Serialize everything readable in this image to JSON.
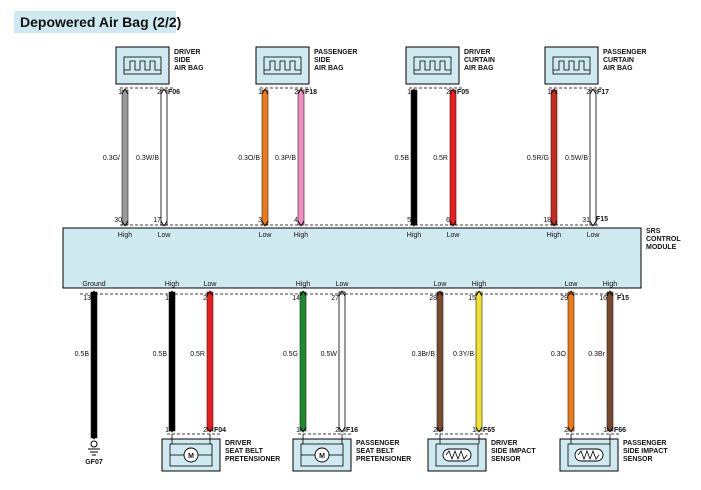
{
  "title": "Depowered Air Bag (2/2)",
  "colors": {
    "gray": "#9a9a9a",
    "orange": "#f07a14",
    "pink": "#f08cc0",
    "black": "#000000",
    "red": "#ee1c1c",
    "darkred": "#c8281e",
    "green": "#1e8a2e",
    "brown": "#7a4a2e",
    "yellow": "#f0e22a",
    "white": "#ffffff",
    "component_fill": "#cfe9f0"
  },
  "module": {
    "name_lines": [
      "SRS",
      "CONTROL",
      "MODULE"
    ]
  },
  "top_components": [
    {
      "name_lines": [
        "DRIVER",
        "SIDE",
        "AIR BAG"
      ],
      "connector": "F06",
      "pin_a": "1",
      "pin_b": "2",
      "wire_a": "0.3G/",
      "wire_b": "0.3W/B",
      "module_pin_a": "30",
      "module_pin_b": "17",
      "label_a": "High",
      "label_b": "Low",
      "color_a": "gray",
      "color_b": "white"
    },
    {
      "name_lines": [
        "PASSENGER",
        "SIDE",
        "AIR BAG"
      ],
      "connector": "F18",
      "pin_a": "1",
      "pin_b": "2",
      "wire_a": "0.3O/B",
      "wire_b": "0.3P/B",
      "module_pin_a": "3",
      "module_pin_b": "4",
      "label_a": "Low",
      "label_b": "High",
      "color_a": "orange",
      "color_b": "pink"
    },
    {
      "name_lines": [
        "DRIVER",
        "CURTAIN",
        "AIR BAG"
      ],
      "connector": "F05",
      "pin_a": "1",
      "pin_b": "2",
      "wire_a": "0.5B",
      "wire_b": "0.5R",
      "module_pin_a": "5",
      "module_pin_b": "6",
      "label_a": "High",
      "label_b": "Low",
      "color_a": "black",
      "color_b": "red"
    },
    {
      "name_lines": [
        "PASSENGER",
        "CURTAIN",
        "AIR BAG"
      ],
      "connector": "F17",
      "pin_a": "1",
      "pin_b": "2",
      "wire_a": "0.5R/G",
      "wire_b": "0.5W/B",
      "module_pin_a": "18",
      "module_pin_b": "31",
      "label_a": "High",
      "label_b": "Low",
      "color_a": "darkred",
      "color_b": "white"
    }
  ],
  "module_top_connector": "F15",
  "module_bottom_connector": "F15",
  "ground": {
    "label": "Ground",
    "module_pin": "13",
    "wire": "0.5B",
    "ground_name": "GF07",
    "color": "black"
  },
  "bottom_components": [
    {
      "name_lines": [
        "DRIVER",
        "SEAT BELT",
        "PRETENSIONER"
      ],
      "connector": "F04",
      "pin_a": "1",
      "pin_b": "2",
      "wire_a": "0.5B",
      "wire_b": "0.5R",
      "module_pin_a": "1",
      "module_pin_b": "2",
      "label_a": "High",
      "label_b": "Low",
      "color_a": "black",
      "color_b": "red",
      "symbol": "M"
    },
    {
      "name_lines": [
        "PASSENGER",
        "SEAT BELT",
        "PRETENSIONER"
      ],
      "connector": "F16",
      "pin_a": "1",
      "pin_b": "2",
      "wire_a": "0.5G",
      "wire_b": "0.5W",
      "module_pin_a": "14",
      "module_pin_b": "27",
      "label_a": "High",
      "label_b": "Low",
      "color_a": "green",
      "color_b": "white",
      "symbol": "M"
    },
    {
      "name_lines": [
        "DRIVER",
        "SIDE IMPACT",
        "SENSOR"
      ],
      "connector": "F65",
      "pin_a": "2",
      "pin_b": "1",
      "wire_a": "0.3Br/B",
      "wire_b": "0.3Y/B",
      "module_pin_a": "28",
      "module_pin_b": "15",
      "label_a": "Low",
      "label_b": "High",
      "color_a": "brown",
      "color_b": "yellow",
      "symbol": ""
    },
    {
      "name_lines": [
        "PASSENGER",
        "SIDE IMPACT",
        "SENSOR"
      ],
      "connector": "F66",
      "pin_a": "2",
      "pin_b": "1",
      "wire_a": "0.3O",
      "wire_b": "0.3Br",
      "module_pin_a": "29",
      "module_pin_b": "16",
      "label_a": "Low",
      "label_b": "High",
      "color_a": "orange",
      "color_b": "brown",
      "symbol": ""
    }
  ]
}
